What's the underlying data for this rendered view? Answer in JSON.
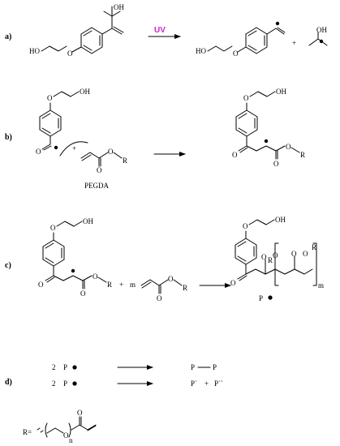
{
  "labels": {
    "a": "a)",
    "b": "b)",
    "c": "c)",
    "d": "d)"
  },
  "reaction_a": {
    "hydroxy": "OH",
    "alcohol": "HO",
    "ether_o": "O",
    "arrow_label": "UV",
    "arrow_color": "#d020c8",
    "plus": "+",
    "product_alcohol": "HO",
    "product_ether_o": "O",
    "product2_hydroxy": "OH"
  },
  "reaction_b": {
    "ether_o": "O",
    "hydroxy": "OH",
    "carbonyl_o": "O",
    "plus": "+",
    "monomer_ester_o": "O",
    "monomer_carbonyl_o": "O",
    "monomer_r": "R",
    "monomer_name": "PEGDA",
    "product_ether_o": "O",
    "product_hydroxy": "OH",
    "product_keto_o": "O",
    "product_ester_o": "O",
    "product_carbonyl_o": "O",
    "product_r": "R"
  },
  "reaction_c": {
    "ether_o": "O",
    "hydroxy": "OH",
    "keto_o": "O",
    "ester_o": "O",
    "carbonyl_o": "O",
    "r": "R",
    "plus": "+",
    "m": "m",
    "monomer_ester_o": "O",
    "monomer_carbonyl_o": "O",
    "monomer_r": "R",
    "product_ether_o": "O",
    "product_hydroxy": "OH",
    "product_keto_o": "O",
    "product_r1": "R",
    "product_r2": "R",
    "product_o1": "O",
    "product_o2": "O",
    "product_o3": "O",
    "product_o4": "O",
    "subscript_m": "m",
    "polymer_radical": "P"
  },
  "reaction_d": {
    "rows": [
      {
        "coef": "2",
        "reactant": "P",
        "product_left": "P",
        "product_right": "P",
        "plus": ""
      },
      {
        "coef": "2",
        "reactant": "P",
        "product_left": "P`",
        "product_right": "P``",
        "plus": "+"
      }
    ]
  },
  "r_group": {
    "prefix": "R=",
    "ether_o": "O",
    "carbonyl_o": "O",
    "subscript_n": "n"
  }
}
